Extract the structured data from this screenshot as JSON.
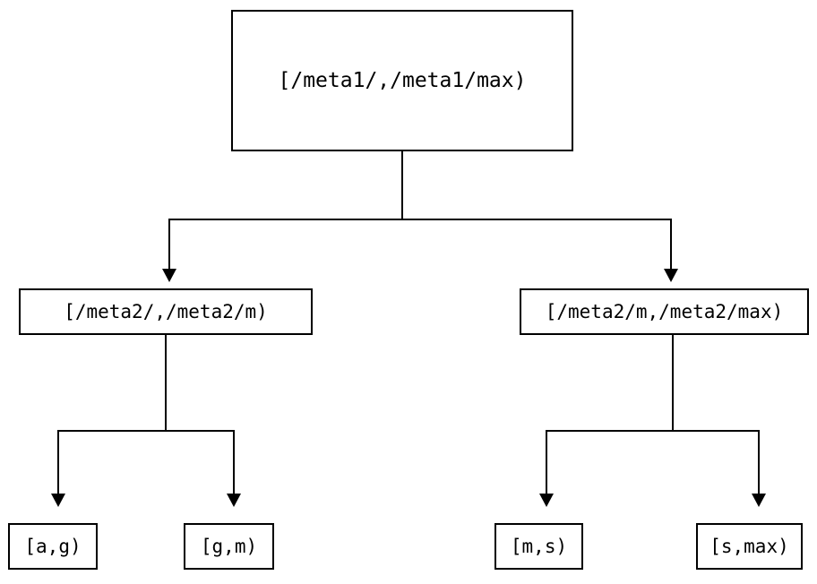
{
  "diagram": {
    "type": "tree",
    "background_color": "#ffffff",
    "line_color": "#000000",
    "nodes": {
      "root": {
        "label": "[/meta1/,/meta1/max)"
      },
      "mid_left": {
        "label": "[/meta2/,/meta2/m)"
      },
      "mid_right": {
        "label": "[/meta2/m,/meta2/max)"
      },
      "leaf_ag": {
        "label": "[a,g)"
      },
      "leaf_gm": {
        "label": "[g,m)"
      },
      "leaf_ms": {
        "label": "[m,s)"
      },
      "leaf_smax": {
        "label": "[s,max)"
      }
    }
  }
}
